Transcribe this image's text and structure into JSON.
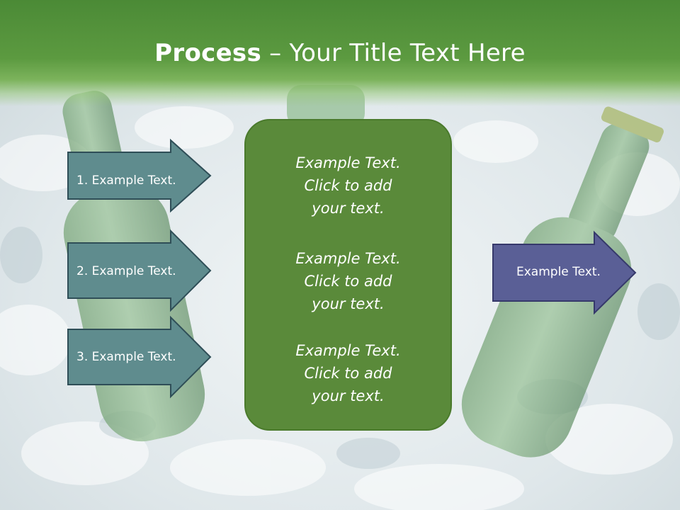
{
  "slide": {
    "title_bold": "Process",
    "title_rest": " – Your Title Text Here"
  },
  "left_arrows": [
    {
      "label": "1. Example Text."
    },
    {
      "label": "2. Example Text."
    },
    {
      "label": "3. Example Text."
    }
  ],
  "center_box": {
    "blocks": [
      {
        "line1": "Example Text.",
        "line2": "Click  to add",
        "line3": "your text."
      },
      {
        "line1": "Example Text.",
        "line2": "Click  to add",
        "line3": "your text."
      },
      {
        "line1": "Example Text.",
        "line2": "Click  to add",
        "line3": "your text."
      }
    ]
  },
  "right_arrow": {
    "label": "Example Text."
  },
  "colors": {
    "title_band": "#5a9640",
    "left_arrow_fill": "#5f8c8e",
    "left_arrow_stroke": "#2f4e57",
    "center_fill": "#5a8a3a",
    "right_arrow_fill": "#5a5f96",
    "right_arrow_stroke": "#36396b"
  }
}
